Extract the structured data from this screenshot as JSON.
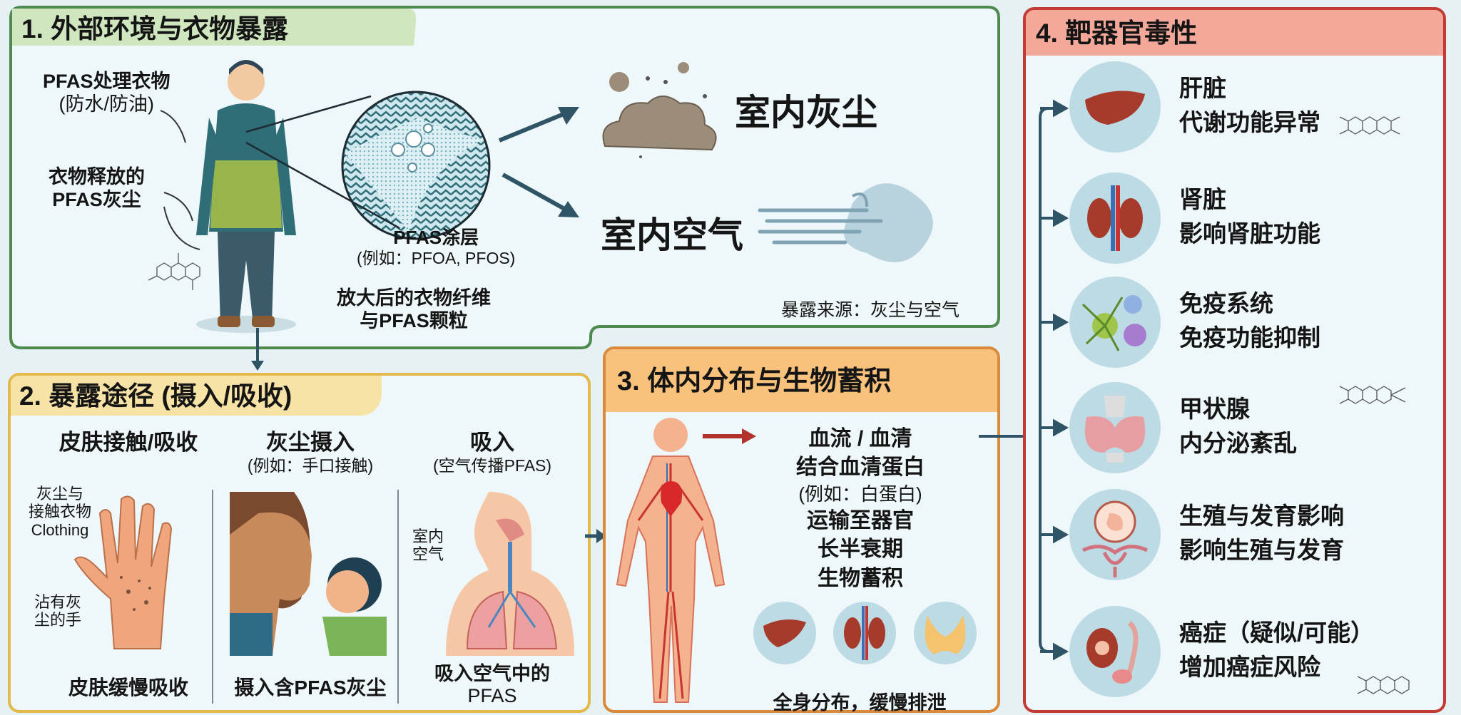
{
  "colors": {
    "green": "#4e8a4f",
    "yellow": "#e2b94a",
    "orange": "#d98a3c",
    "red": "#c23b34",
    "arrow": "#2f5466"
  },
  "panel1": {
    "title": "1. 外部环境与衣物暴露",
    "treated_clothing": [
      "PFAS处理衣物",
      "(防水/防油)"
    ],
    "released_dust": [
      "衣物释放的",
      "PFAS灰尘"
    ],
    "coating": [
      "PFAS涂层",
      "(例如：PFOA, PFOS)"
    ],
    "magnified": [
      "放大后的衣物纤维",
      "与PFAS颗粒"
    ],
    "indoor_dust": "室内灰尘",
    "indoor_air": "室内空气",
    "source_note": "暴露来源：灰尘与空气"
  },
  "panel2": {
    "title": "2. 暴露途径 (摄入/吸收)",
    "columns": [
      {
        "heading": "皮肤接触/吸收",
        "sub": "",
        "callouts": [
          "灰尘与",
          "接触衣物",
          "Clothing"
        ],
        "callouts2": [
          "沾有灰",
          "尘的手"
        ],
        "footer": [
          "皮肤缓慢吸收"
        ]
      },
      {
        "heading": "灰尘摄入",
        "sub": "(例如：手口接触)",
        "footer": [
          "摄入含PFAS灰尘"
        ]
      },
      {
        "heading": "吸入",
        "sub": "(空气传播PFAS)",
        "callouts": [
          "室内",
          "空气"
        ],
        "footer": [
          "吸入空气中的",
          "PFAS"
        ]
      }
    ]
  },
  "panel3": {
    "title": "3. 体内分布与生物蓄积",
    "lines": [
      "血流 / 血清",
      "结合血清蛋白",
      "(例如：白蛋白)",
      "运输至器官",
      "长半衰期",
      "生物蓄积"
    ],
    "footer": "全身分布，缓慢排泄"
  },
  "panel4": {
    "title": "4. 靶器官毒性",
    "organs": [
      {
        "name": "肝脏",
        "effect": "代谢功能异常",
        "icon": "liver-icon"
      },
      {
        "name": "肾脏",
        "effect": "影响肾脏功能",
        "icon": "kidney-icon"
      },
      {
        "name": "免疫系统",
        "effect": "免疫功能抑制",
        "icon": "immune-cell-icon"
      },
      {
        "name": "甲状腺",
        "effect": "内分泌紊乱",
        "icon": "thyroid-icon"
      },
      {
        "name": "生殖与发育影响",
        "effect": "影响生殖与发育",
        "icon": "fetus-uterus-icon"
      },
      {
        "name": "癌症（疑似/可能）",
        "effect": "增加癌症风险",
        "icon": "tumor-icon"
      }
    ]
  }
}
